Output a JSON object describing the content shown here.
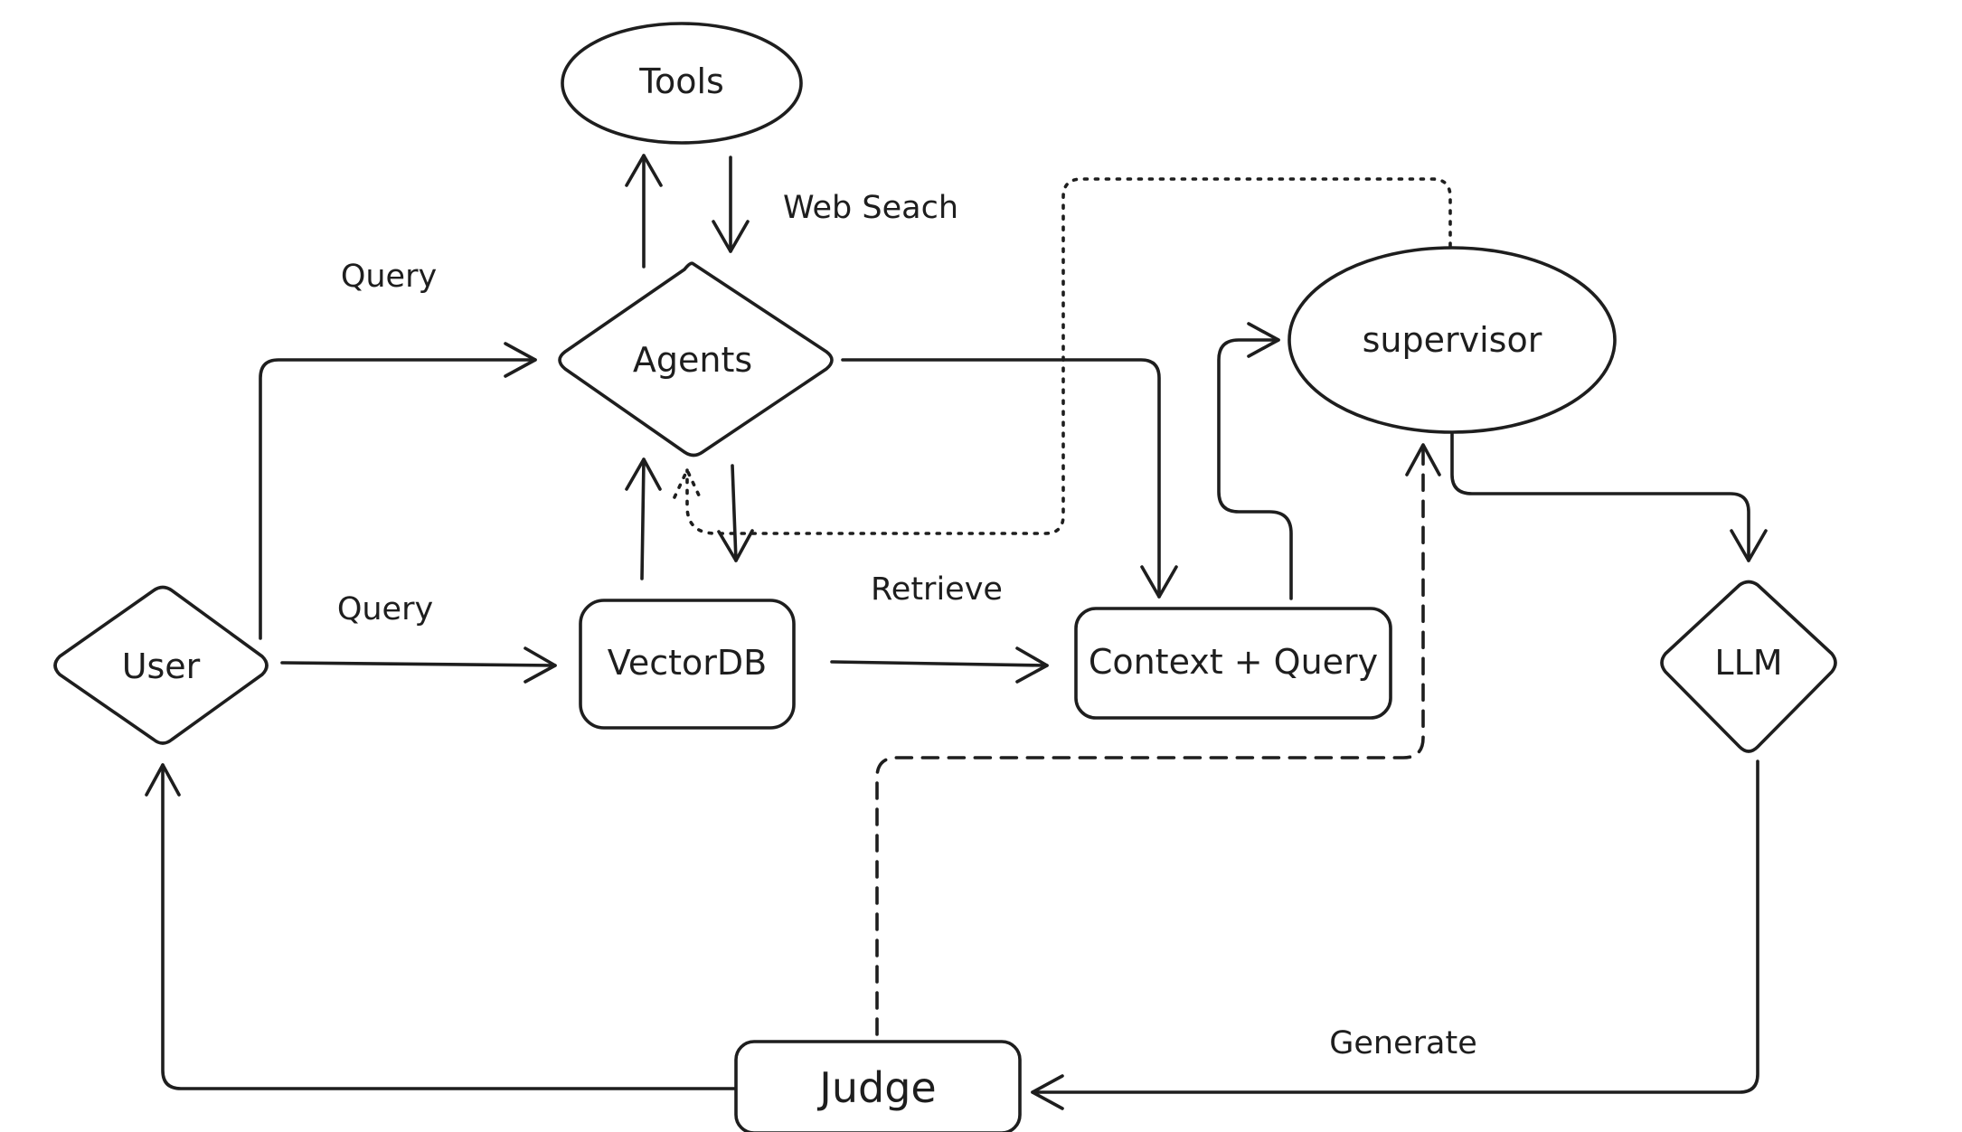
{
  "nodes": {
    "tools": {
      "label": "Tools"
    },
    "agents": {
      "label": "Agents"
    },
    "supervisor": {
      "label": "supervisor"
    },
    "user": {
      "label": "User"
    },
    "vectordb": {
      "label": "VectorDB"
    },
    "context_query": {
      "label": "Context + Query"
    },
    "llm": {
      "label": "LLM"
    },
    "judge": {
      "label": "Judge"
    }
  },
  "edges": {
    "web_search": {
      "label": "Web Seach"
    },
    "query_to_agents": {
      "label": "Query"
    },
    "query_to_vectordb": {
      "label": "Query"
    },
    "retrieve": {
      "label": "Retrieve"
    },
    "generate": {
      "label": "Generate"
    }
  },
  "colors": {
    "stroke": "#1e1e1e",
    "fill": "#ffffff",
    "background": "#ffffff"
  }
}
